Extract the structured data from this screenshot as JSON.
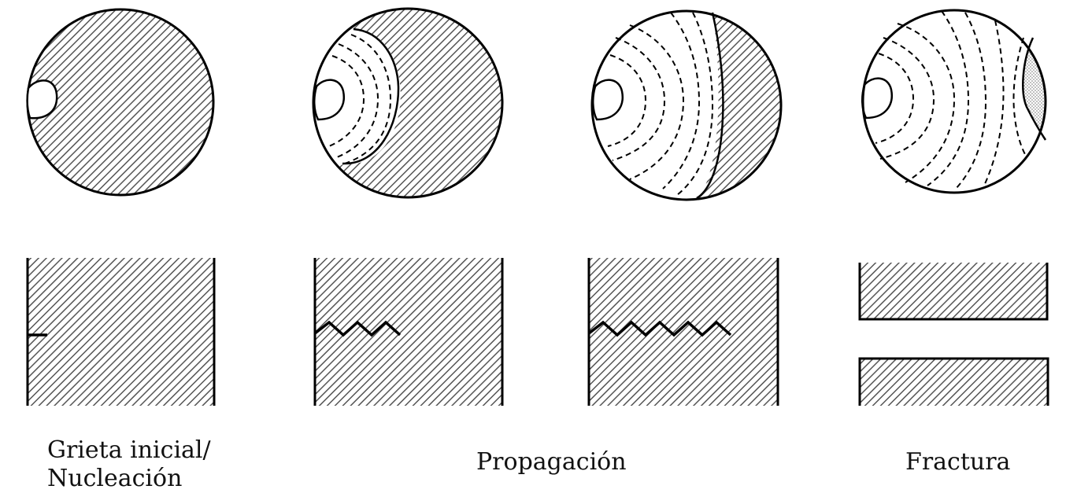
{
  "captions": {
    "nucleation_line1": "Grieta inicial/",
    "nucleation_line2": "Nucleación",
    "propagation": "Propagación",
    "fracture": "Fractura"
  },
  "colors": {
    "stroke": "#000000",
    "hatch": "#555555",
    "background": "#ffffff",
    "stipple": "#777777"
  }
}
